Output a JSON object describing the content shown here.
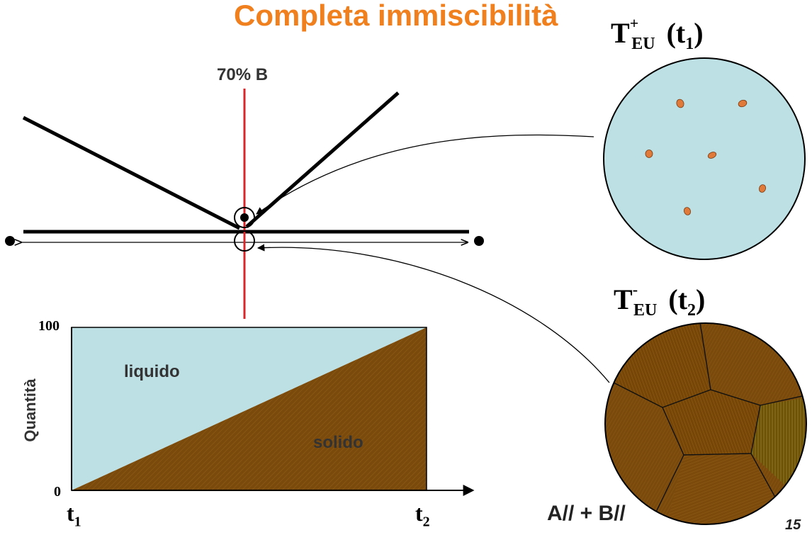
{
  "title": "Completa immiscibilità",
  "composition_label": "70% B",
  "top_state": {
    "T": "T",
    "sup": "+",
    "sub": "EU",
    "time": "t",
    "time_sub": "1"
  },
  "bottom_state": {
    "T": "T",
    "sup": "-",
    "sub": "EU",
    "time": "t",
    "time_sub": "2"
  },
  "bottom_caption": "A// + B//",
  "slide_number": "15",
  "chart_data": {
    "type": "area",
    "ylabel": "Quantità",
    "y_ticks": [
      "100",
      "0"
    ],
    "ylim": [
      0,
      100
    ],
    "x_ticks": [
      {
        "t": "t",
        "sub": "1"
      },
      {
        "t": "t",
        "sub": "2"
      }
    ],
    "regions": [
      {
        "name": "liquido",
        "color": "#bde0e4"
      },
      {
        "name": "solido",
        "color": "#7a4a0c"
      }
    ],
    "series": [
      {
        "name": "solido",
        "x": [
          0,
          1
        ],
        "values": [
          0,
          100
        ]
      },
      {
        "name": "liquido",
        "x": [
          0,
          1
        ],
        "values": [
          100,
          0
        ]
      }
    ]
  },
  "colors": {
    "title": "#f07f1e",
    "liquid": "#bde0e4",
    "solid": "#7a4a0c",
    "crystal": "#e07a3a",
    "red_line": "#d9262b"
  }
}
